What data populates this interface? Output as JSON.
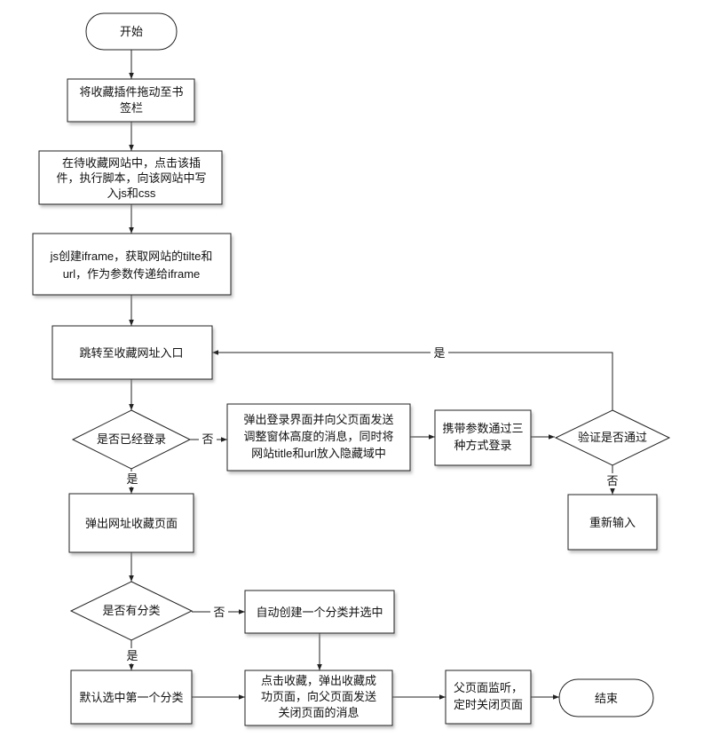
{
  "nodes": {
    "start": "开始",
    "drag_plugin": [
      "将收藏插件拖动至书",
      "签栏"
    ],
    "click_plugin": [
      "在待收藏网站中，点击该插",
      "件，执行脚本，向该网站中写",
      "入js和css"
    ],
    "create_iframe": [
      "js创建iframe，获取网站的tilte和",
      "url，作为参数传递给iframe"
    ],
    "jump_entry": "跳转至收藏网址入口",
    "is_logged_in": "是否已经登录",
    "popup_login": [
      "弹出登录界面并向父页面发送",
      "调整窗体高度的消息，同时将",
      "网站title和url放入隐藏域中"
    ],
    "login_three_ways": [
      "携带参数通过三",
      "种方式登录"
    ],
    "verify_pass": "验证是否通过",
    "reenter": "重新输入",
    "popup_collect": "弹出网址收藏页面",
    "has_category": "是否有分类",
    "auto_create_category": "自动创建一个分类并选中",
    "default_first_category": "默认选中第一个分类",
    "click_collect": [
      "点击收藏，弹出收藏成",
      "功页面，向父页面发送",
      "关闭页面的消息"
    ],
    "parent_listen": [
      "父页面监听，",
      "定时关闭页面"
    ],
    "end": "结束"
  },
  "edge_labels": {
    "logged_yes": "是",
    "logged_no": "否",
    "verify_yes": "是",
    "verify_no": "否",
    "category_yes": "是",
    "category_no": "否"
  }
}
